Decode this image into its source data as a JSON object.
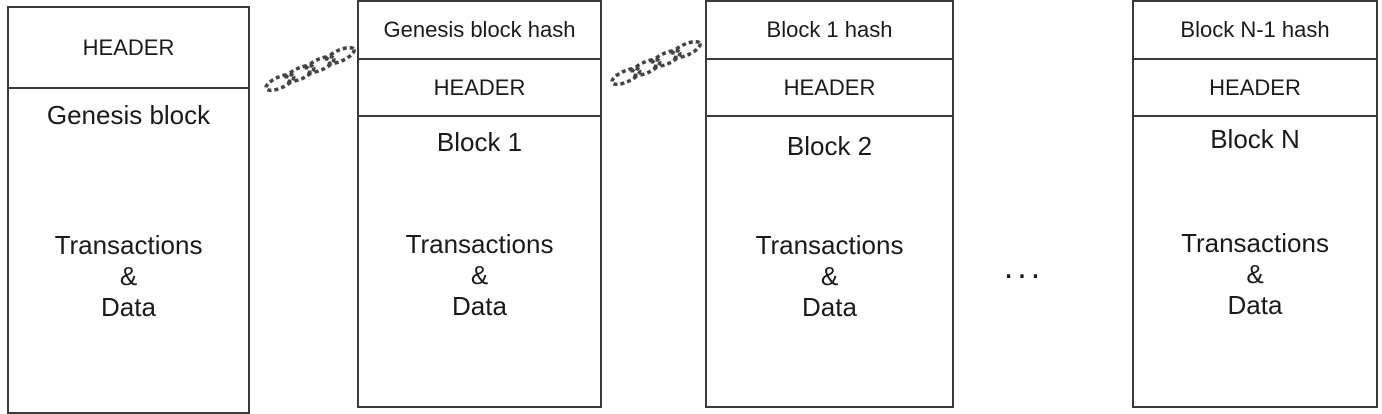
{
  "blocks": [
    {
      "title": "Genesis block",
      "header": "HEADER",
      "body": [
        "Transactions",
        "&",
        "Data"
      ]
    },
    {
      "prev_hash": "Genesis block hash",
      "title": "Block 1",
      "header": "HEADER",
      "body": [
        "Transactions",
        "&",
        "Data"
      ]
    },
    {
      "prev_hash": "Block 1 hash",
      "title": "Block 2",
      "header": "HEADER",
      "body": [
        "Transactions",
        "&",
        "Data"
      ]
    },
    {
      "prev_hash": "Block N-1 hash",
      "title": "Block N",
      "header": "HEADER",
      "body": [
        "Transactions",
        "&",
        "Data"
      ]
    }
  ],
  "ellipsis": "..."
}
